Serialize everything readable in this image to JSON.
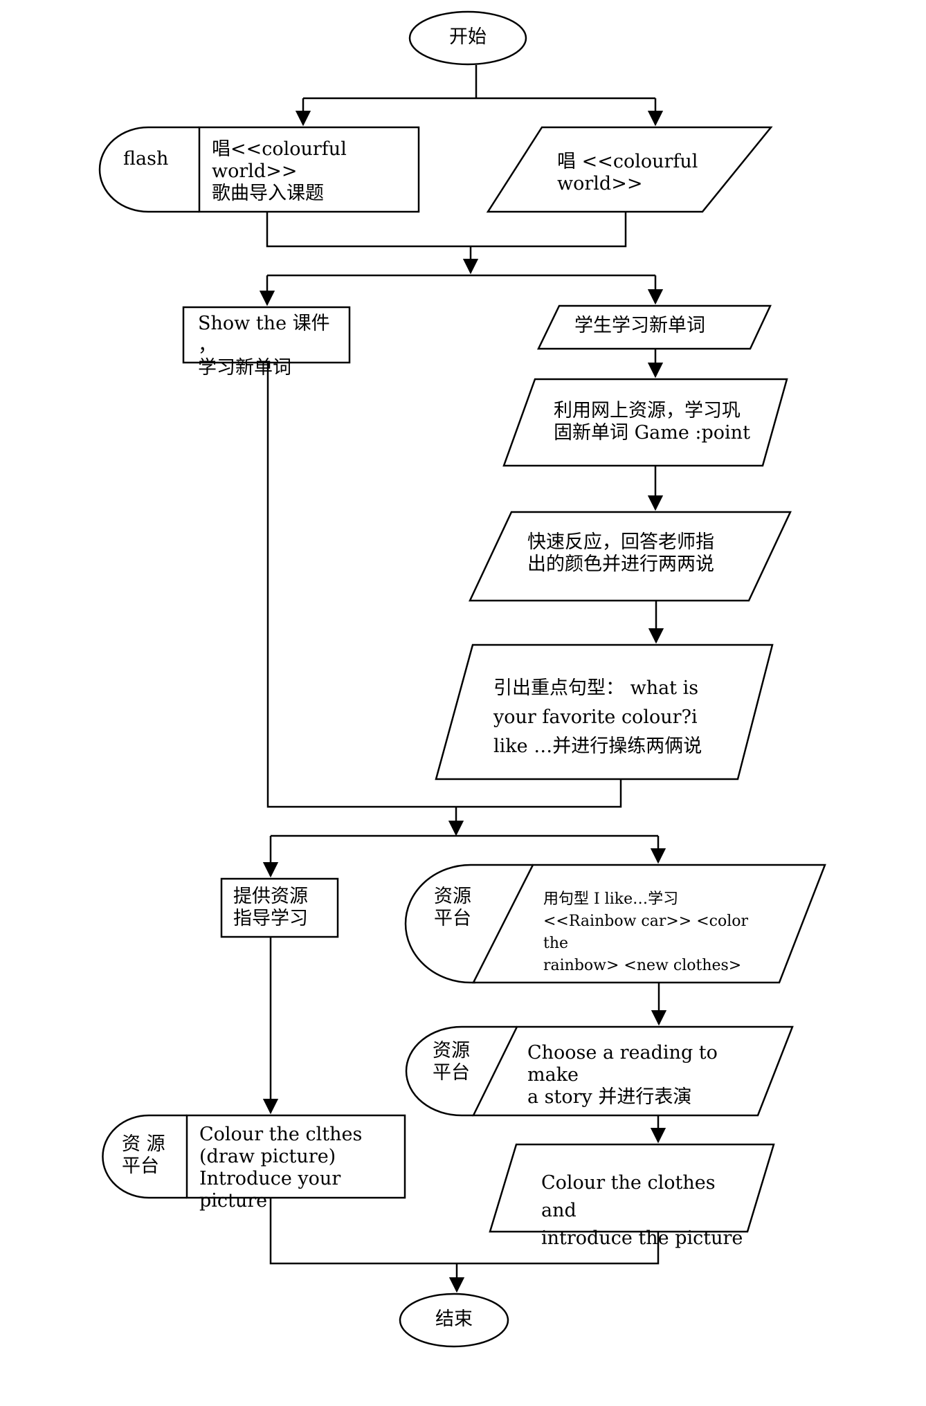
{
  "nodes": {
    "start": "开始",
    "end": "结束",
    "flash_tag": "flash",
    "teacher_song": "唱<<colourful  world>>\n歌曲导入课题",
    "student_song": "唱    <<colourful\nworld>>",
    "teacher_show": "Show the 课件 ，\n学习新单词",
    "student_learn": "学生学习新单词",
    "student_web": "利用网上资源，学习巩\n固新单词  Game  :point",
    "student_answer": "快速反应，回答老师指\n出的颜色并进行两两说",
    "student_pattern": "引出重点句型： what   is\nyour    favorite    colour?i\nlike …并进行操练两俩说",
    "teacher_provide": "提供资源\n指导学习",
    "res_tag_1": "资源\n平台",
    "student_sentence": "用句型 I like…学习\n<<Rainbow  car>>  <color  the\nrainbow>   <new clothes>",
    "res_tag_2": "资源\n平台",
    "student_reading": "Choose  a  reading  to  make\na  story  并进行表演",
    "res_tag_3": "资 源\n平台",
    "teacher_colour": "Colour the clthes\n(draw    picture)\nIntroduce your picture",
    "student_colour": "Colour  the  clothes  and\nintroduce the picture"
  }
}
